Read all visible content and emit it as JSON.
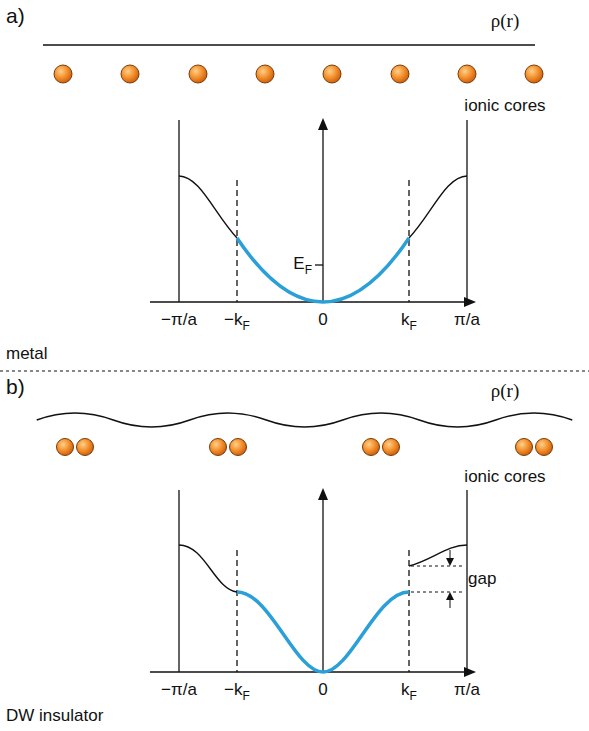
{
  "diagram": {
    "labels": [
      "a)",
      "ρ(r)",
      "ionic cores",
      "E",
      "F",
      "−π/a",
      "−k",
      "F",
      "0",
      "k",
      "F",
      "π/a",
      "metal",
      "b)",
      "ρ(r)",
      "ionic cores",
      "gap",
      "−π/a",
      "−k",
      "F",
      "0",
      "k",
      "F",
      "π/a",
      "DW insulator"
    ]
  }
}
